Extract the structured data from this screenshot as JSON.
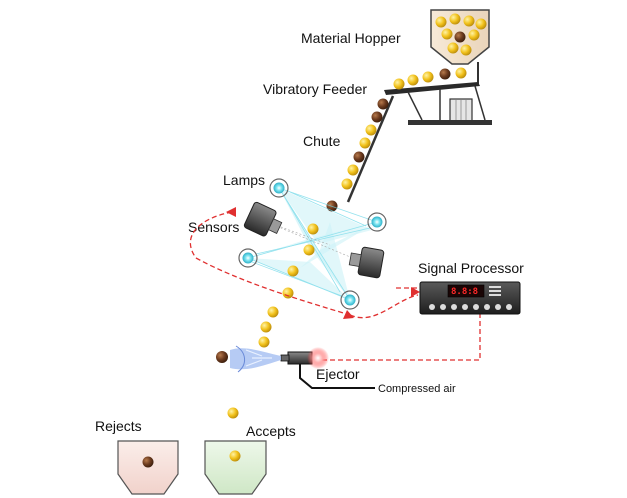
{
  "labels": {
    "material_hopper": "Material Hopper",
    "vibratory_feeder": "Vibratory Feeder",
    "chute": "Chute",
    "lamps": "Lamps",
    "sensors": "Sensors",
    "signal_processor": "Signal Processor",
    "ejector": "Ejector",
    "compressed_air": "Compressed air",
    "rejects": "Rejects",
    "accepts": "Accepts"
  },
  "signal_processor_display": "8.8:8",
  "colors": {
    "accept_particle": "#f2c21b",
    "reject_particle": "#6b3a1e",
    "signal_line": "#e03030",
    "rejects_bin": "#f6e0dc",
    "accepts_bin": "#dff0d8",
    "light_beam": "#6fd8e8"
  }
}
